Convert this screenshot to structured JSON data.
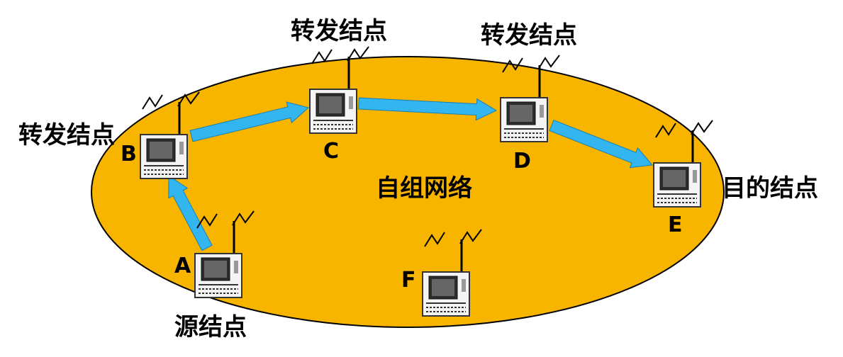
{
  "diagram": {
    "center_label": "自组网络",
    "nodes": [
      {
        "id": "A",
        "letter": "A",
        "role": "源结点"
      },
      {
        "id": "B",
        "letter": "B",
        "role": "转发结点"
      },
      {
        "id": "C",
        "letter": "C",
        "role": "转发结点"
      },
      {
        "id": "D",
        "letter": "D",
        "role": "转发结点"
      },
      {
        "id": "E",
        "letter": "E",
        "role": "目的结点"
      },
      {
        "id": "F",
        "letter": "F",
        "role": ""
      }
    ],
    "edges": [
      {
        "from": "A",
        "to": "B"
      },
      {
        "from": "B",
        "to": "C"
      },
      {
        "from": "C",
        "to": "D"
      },
      {
        "from": "D",
        "to": "E"
      }
    ],
    "colors": {
      "ellipse_fill": "#F7B500",
      "ellipse_stroke": "#000000",
      "arrow_fill": "#33B5F0",
      "device_body": "#F4F4F4",
      "device_screen": "#2C2C2C"
    }
  }
}
